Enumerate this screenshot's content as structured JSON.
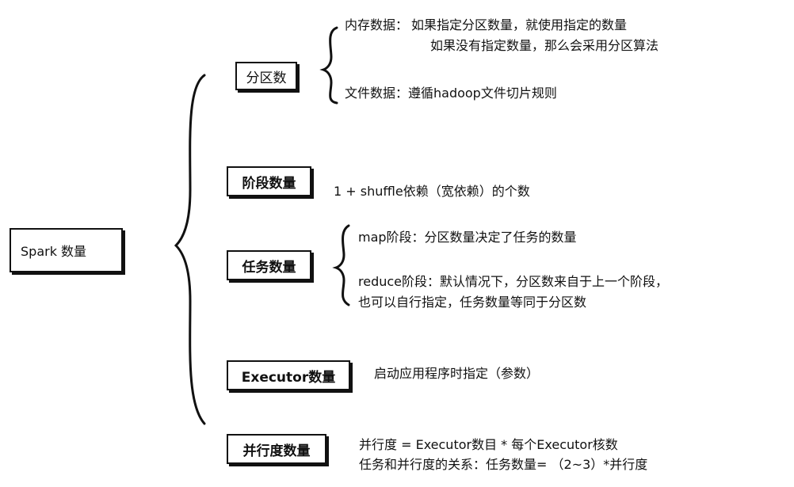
{
  "root": {
    "label": "Spark 数量"
  },
  "branches": {
    "partitions": {
      "label": "分区数",
      "memory_label": "内存数据：",
      "memory_line1": "如果指定分区数量，就使用指定的数量",
      "memory_line2": "如果没有指定数量，那么会采用分区算法",
      "file_line": "文件数据：遵循hadoop文件切片规则"
    },
    "stages": {
      "label": "阶段数量",
      "desc": "1 + shuffle依赖（宽依赖）的个数"
    },
    "tasks": {
      "label": "任务数量",
      "map_line": "map阶段：分区数量决定了任务的数量",
      "reduce_line1": "reduce阶段：默认情况下，分区数来自于上一个阶段，",
      "reduce_line2": "也可以自行指定，任务数量等同于分区数"
    },
    "executors": {
      "label": "Executor数量",
      "desc": "启动应用程序时指定（参数）"
    },
    "parallelism": {
      "label": "并行度数量",
      "line1": "并行度 = Executor数目 * 每个Executor核数",
      "line2": "任务和并行度的关系：任务数量= （2~3）*并行度"
    }
  },
  "colors": {
    "ink": "#111111",
    "background": "#ffffff"
  }
}
